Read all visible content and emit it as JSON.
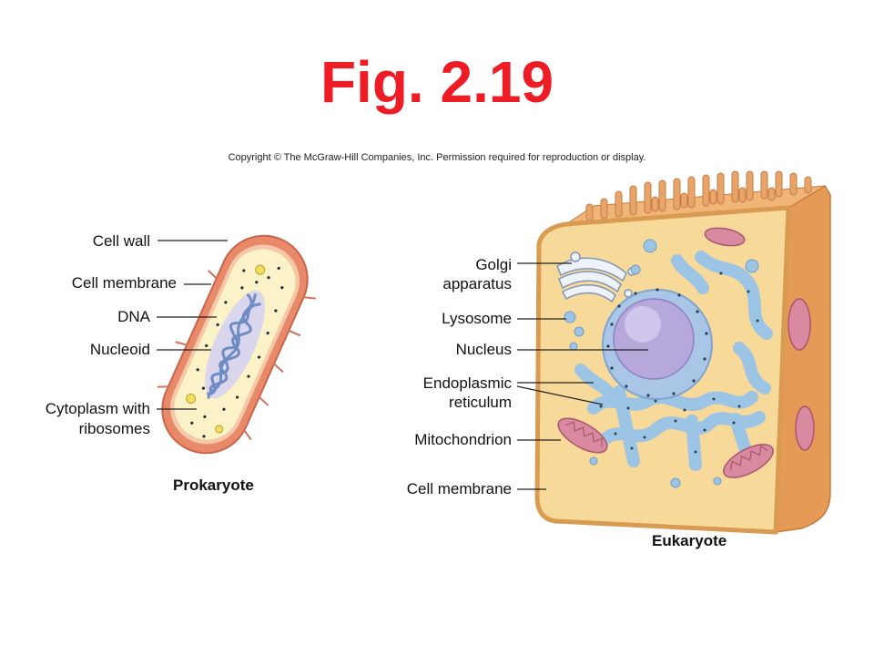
{
  "title": "Fig. 2.19",
  "copyright": "Copyright © The McGraw-Hill Companies, Inc. Permission required for reproduction or display.",
  "colors": {
    "title": "#ee1c24",
    "prokaryote_wall": "#e8896a",
    "prokaryote_cytoplasm": "#fbf2c8",
    "nucleoid": "#8ca6d6",
    "eukaryote_cytoplasm": "#f7d99a",
    "eukaryote_membrane": "#e8a363",
    "er": "#9cc4e4",
    "nucleus": "#b7a8dc",
    "mitochondrion": "#d98aa0"
  },
  "prokaryote": {
    "caption": "Prokaryote",
    "labels": {
      "cell_wall": "Cell wall",
      "cell_membrane": "Cell membrane",
      "dna": "DNA",
      "nucleoid": "Nucleoid",
      "cytoplasm_1": "Cytoplasm with",
      "cytoplasm_2": "ribosomes"
    }
  },
  "eukaryote": {
    "caption": "Eukaryote",
    "labels": {
      "golgi_1": "Golgi",
      "golgi_2": "apparatus",
      "lysosome": "Lysosome",
      "nucleus": "Nucleus",
      "er_1": "Endoplasmic",
      "er_2": "reticulum",
      "mitochondrion": "Mitochondrion",
      "cell_membrane": "Cell membrane"
    }
  }
}
